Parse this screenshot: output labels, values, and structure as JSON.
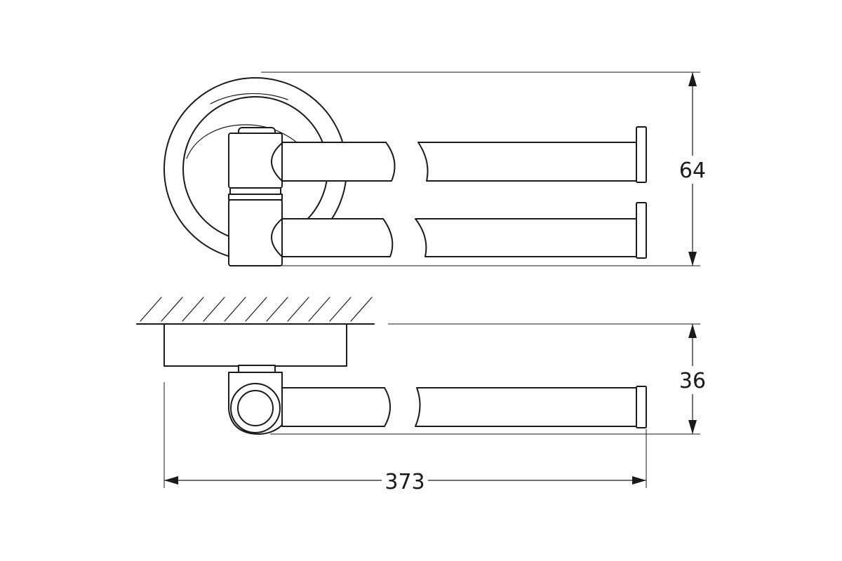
{
  "dimensions": {
    "height_front": "64",
    "depth_side": "36",
    "total_length": "373"
  },
  "colors": {
    "line": "#1a1a1a",
    "background": "#ffffff"
  }
}
